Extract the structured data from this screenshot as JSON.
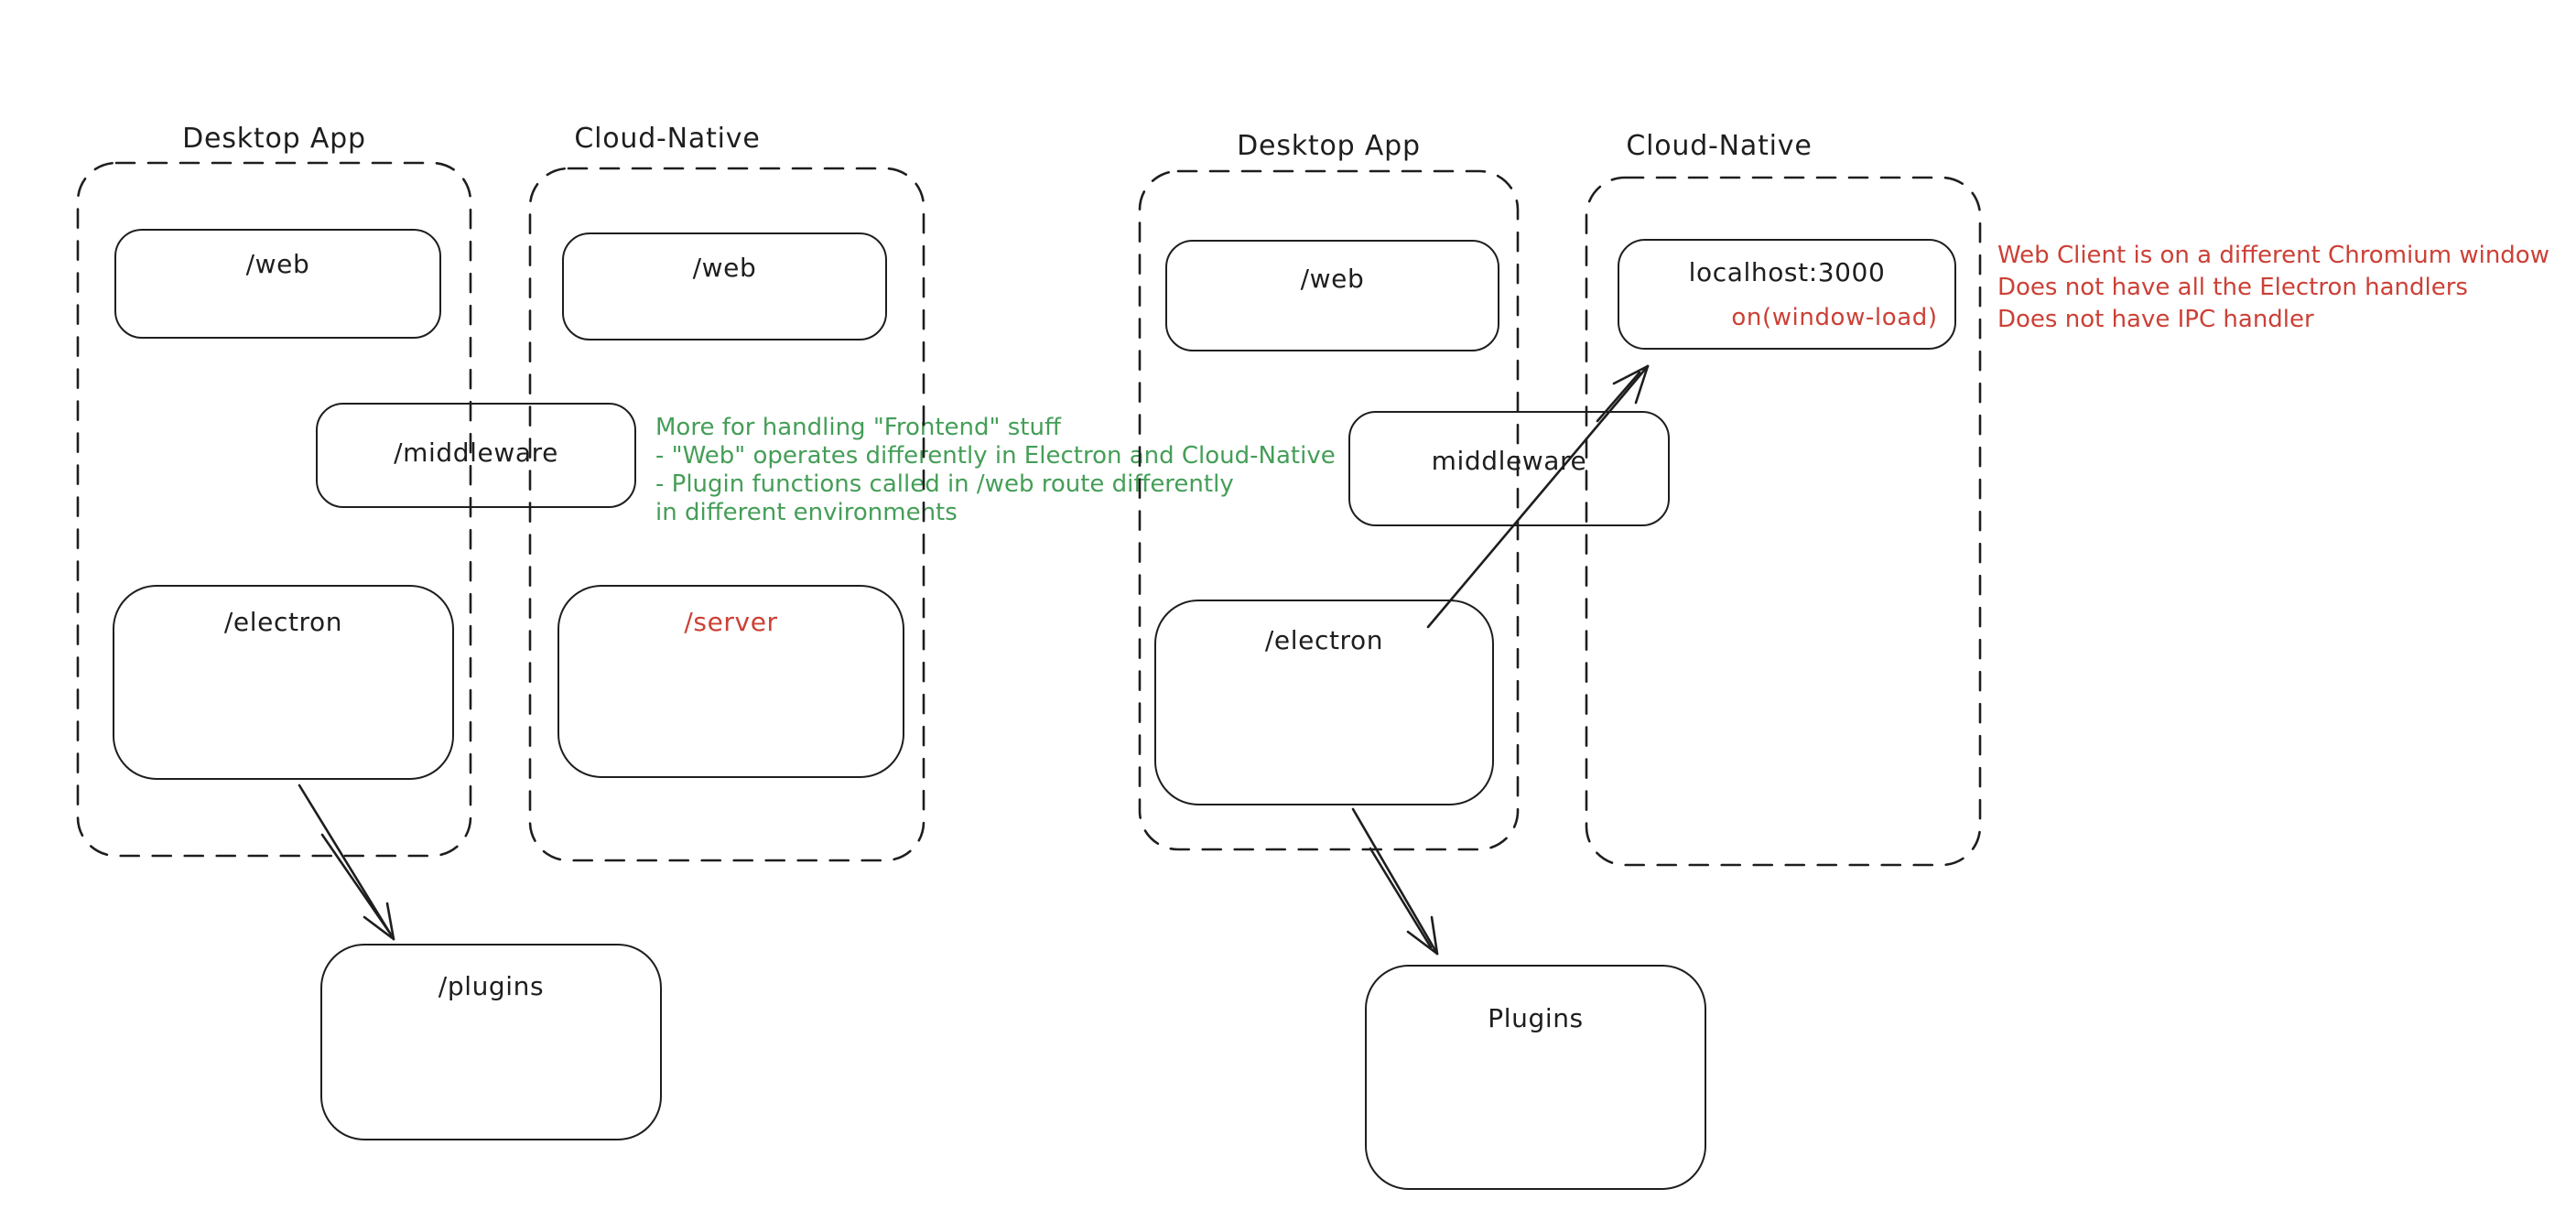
{
  "colors": {
    "ink": "#1e1e1e",
    "green": "#449e57",
    "red": "#cc4036",
    "canvas_bg": "#ffffff"
  },
  "left_diagram": {
    "desktop_container": {
      "title": "Desktop App"
    },
    "cloud_container": {
      "title": "Cloud-Native"
    },
    "boxes": {
      "web_desktop": "/web",
      "web_cloud": "/web",
      "middleware": "/middleware",
      "electron": "/electron",
      "server": "/server",
      "plugins": "/plugins"
    },
    "green_note": {
      "lines": [
        "More for handling \"Frontend\" stuff",
        "- \"Web\" operates differently in Electron and Cloud-Native",
        "- Plugin functions called in /web route differently",
        "in different environments"
      ]
    },
    "edges": [
      {
        "from": "electron",
        "to": "plugins"
      }
    ]
  },
  "right_diagram": {
    "desktop_container": {
      "title": "Desktop App"
    },
    "cloud_container": {
      "title": "Cloud-Native"
    },
    "boxes": {
      "web_desktop": "/web",
      "localhost": "localhost:3000",
      "on_window_load": "on(window-load)",
      "middleware": "middleware",
      "electron": "/electron",
      "plugins": "Plugins"
    },
    "red_note": {
      "lines": [
        "Web Client is on a different Chromium window",
        "Does not have all the Electron handlers",
        "Does not have IPC handler"
      ]
    },
    "edges": [
      {
        "from": "electron",
        "to": "localhost"
      },
      {
        "from": "electron",
        "to": "plugins"
      }
    ]
  }
}
